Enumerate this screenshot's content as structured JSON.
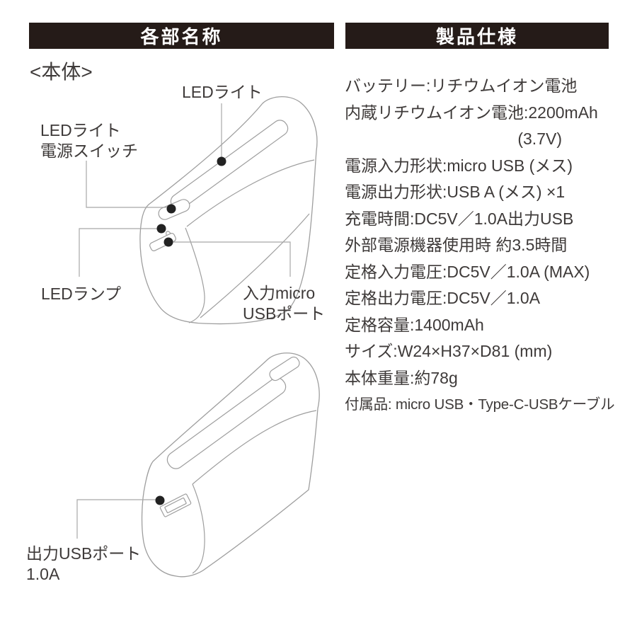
{
  "colors": {
    "background": "#ffffff",
    "text_ink": "#3e3a39",
    "header_bar": "#251b18",
    "header_text": "#ffffff",
    "drawing_outline": "#9e9e9e",
    "callout_dot": "#222222"
  },
  "headers": {
    "left": "各部名称",
    "right": "製品仕様"
  },
  "section": {
    "title": "<本体>"
  },
  "diagram_top": {
    "labels": {
      "led_light": "LEDライト",
      "led_switch_line1": "LEDライト",
      "led_switch_line2": "電源スイッチ",
      "led_lamp": "LEDランプ",
      "input_port_line1": "入力micro",
      "input_port_line2": "USBポート"
    }
  },
  "diagram_bottom": {
    "labels": {
      "output_port_line1": "出力USBポート",
      "output_port_line2": "1.0A"
    }
  },
  "specs": {
    "lines": [
      {
        "text": "バッテリー:リチウムイオン電池"
      },
      {
        "text": "内蔵リチウムイオン電池:2200mAh"
      },
      {
        "text": "(3.7V)",
        "align": "right"
      },
      {
        "text": "電源入力形状:micro USB (メス)"
      },
      {
        "text": "電源出力形状:USB A (メス) ×1"
      },
      {
        "text": "充電時間:DC5V／1.0A出力USB"
      },
      {
        "text": "外部電源機器使用時 約3.5時間"
      },
      {
        "text": "定格入力電圧:DC5V／1.0A (MAX)"
      },
      {
        "text": "定格出力電圧:DC5V／1.0A"
      },
      {
        "text": "定格容量:1400mAh"
      },
      {
        "text": "サイズ:W24×H37×D81 (mm)"
      },
      {
        "text": "本体重量:約78g"
      },
      {
        "text": "付属品: micro USB・Type-C-USBケーブル",
        "condensed": true
      }
    ]
  }
}
